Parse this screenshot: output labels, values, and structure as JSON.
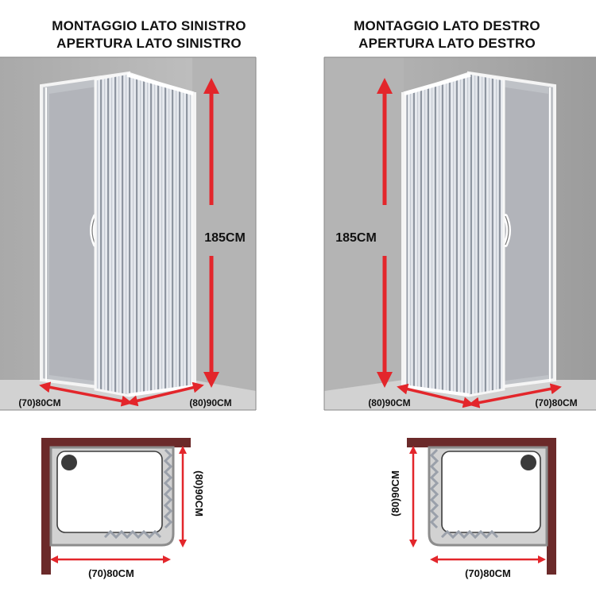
{
  "left_panel": {
    "title_line1": "MONTAGGIO LATO SINISTRO",
    "title_line2": "APERTURA LATO SINISTRO",
    "height_label": "185CM",
    "width_front_label": "(70)80CM",
    "width_side_label": "(80)90CM"
  },
  "right_panel": {
    "title_line1": "MONTAGGIO LATO DESTRO",
    "title_line2": "APERTURA LATO DESTRO",
    "height_label": "185CM",
    "width_side_label": "(80)90CM",
    "width_front_label": "(70)80CM"
  },
  "plan_left": {
    "side_label": "(80)90CM",
    "bottom_label": "(70)80CM"
  },
  "plan_right": {
    "side_label": "(80)90CM",
    "bottom_label": "(70)80CM"
  },
  "colors": {
    "arrow_red": "#e3262b",
    "wall_dark": "#9c9c9c",
    "wall_light": "#c8c8c8",
    "floor": "#d7d7d7",
    "plan_wall": "#6b2a2a",
    "tray_border": "#8d8d8d",
    "tray_fill": "#cfcfcf"
  }
}
